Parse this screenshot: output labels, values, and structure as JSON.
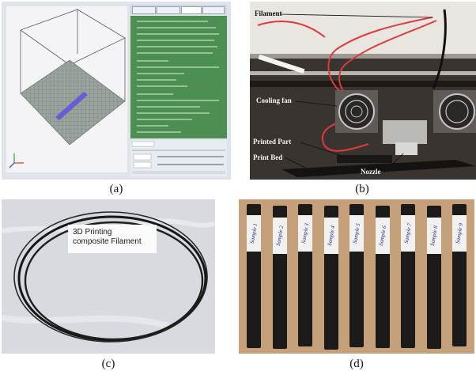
{
  "panels": {
    "a": {
      "caption": "(a)"
    },
    "b": {
      "caption": "(b)",
      "labels": {
        "filament": "Filament",
        "cooling_fan": "Cooling fan",
        "printed_part": "Printed Part",
        "print_bed": "Print Bed",
        "nozzle": "Nozzle"
      }
    },
    "c": {
      "caption": "(c)",
      "tag_line1": "3D Printing",
      "tag_line2": "composite Filament"
    },
    "d": {
      "caption": "(d)",
      "samples": [
        "Sample 1",
        "Sample 2",
        "Sample 3",
        "Sample 4",
        "Sample 5",
        "Sample 6",
        "Sample 7",
        "Sample 8",
        "Sample 9"
      ]
    }
  },
  "colors": {
    "gcode_green": "#4d8f52",
    "bed_grid": "#8f9a93",
    "printed_strip": "#6a5bd6",
    "wire_red": "#e03a3a",
    "filament_black": "#151515",
    "wood": "#c4a07b",
    "label_ink": "#1e2a8c"
  }
}
